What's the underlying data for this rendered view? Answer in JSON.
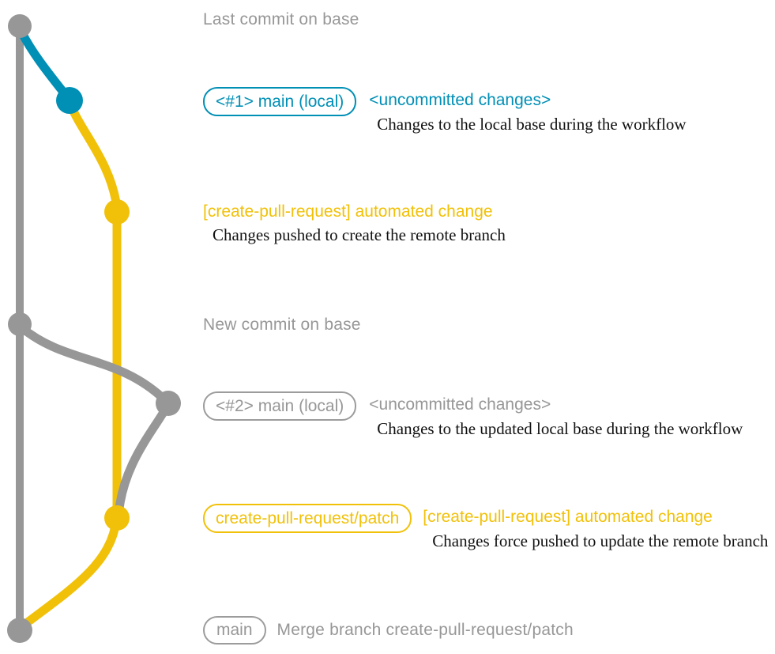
{
  "palette": {
    "gray": "#979797",
    "blue": "#008fb5",
    "yellow": "#f1c109",
    "description_text": "#111111",
    "background": "#ffffff"
  },
  "graph": {
    "branch_names": [
      "base",
      "main (local)",
      "create-pull-request/patch"
    ],
    "commit_count": 7
  },
  "rows": {
    "last_commit": {
      "label": "Last commit on base"
    },
    "local1": {
      "branch_tag": "<#1> main (local)",
      "message": "<uncommitted changes>",
      "description": "Changes to the local base during the workflow"
    },
    "patch1": {
      "message": "[create-pull-request] automated change",
      "description": "Changes pushed to create the remote branch"
    },
    "new_commit": {
      "label": "New commit on base"
    },
    "local2": {
      "branch_tag": "<#2> main (local)",
      "message": "<uncommitted changes>",
      "description": "Changes to the updated local base during the workflow"
    },
    "patch2": {
      "branch_tag": "create-pull-request/patch",
      "message": "[create-pull-request] automated change",
      "description": "Changes force pushed to update the remote branch"
    },
    "merge": {
      "branch_tag": "main",
      "message": "Merge branch create-pull-request/patch"
    }
  }
}
